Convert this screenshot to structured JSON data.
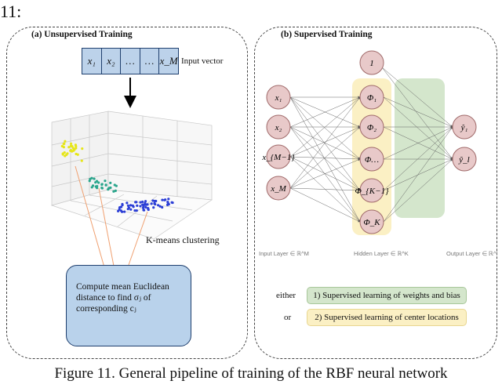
{
  "page_number": "11:",
  "panel_a": {
    "title": "(a) Unsupervised Training",
    "input_vector_cells": [
      "x₁",
      "x₂",
      "…",
      "…",
      "x_M"
    ],
    "input_vector_label": "Input vector",
    "clustering_label": "K-means clustering",
    "compute_text_line1": "Compute mean Euclidean",
    "compute_text_line2": "distance to find σⱼ of",
    "compute_text_line3": "corresponding cⱼ"
  },
  "panel_b": {
    "title": "(b) Supervised Training",
    "bias_node": "1",
    "input_nodes": [
      "x₁",
      "x₂",
      "x_{M−1}",
      "x_M"
    ],
    "hidden_nodes": [
      "Φ₁",
      "Φ₂",
      "Φ…",
      "Φ_{K−1}",
      "Φ_K"
    ],
    "output_nodes": [
      "ŷ₁",
      "ŷ_l"
    ],
    "input_layer_label": "Input Layer ∈ ℝ^M",
    "hidden_layer_label": "Hidden Layer ∈ ℝ^K",
    "output_layer_label": "Output Layer ∈ ℝ^l",
    "legend": {
      "either": "either",
      "or": "or",
      "green_text": "1) Supervised learning of weights and bias",
      "yellow_text": "2) Supervised learning of center locations",
      "green_color": "#d4e6cc",
      "yellow_color": "#fbf0c4"
    }
  },
  "caption": "Figure 11. General pipeline of training of the RBF neural network",
  "colors": {
    "node_fill": "#e8c9c9",
    "node_stroke": "#a06a6a",
    "box_fill": "#b9d2eb",
    "cluster_yellow": "#e6e619",
    "cluster_teal": "#2aa58c",
    "cluster_blue": "#2c3fd6",
    "arrow_orange": "#f0a070"
  }
}
